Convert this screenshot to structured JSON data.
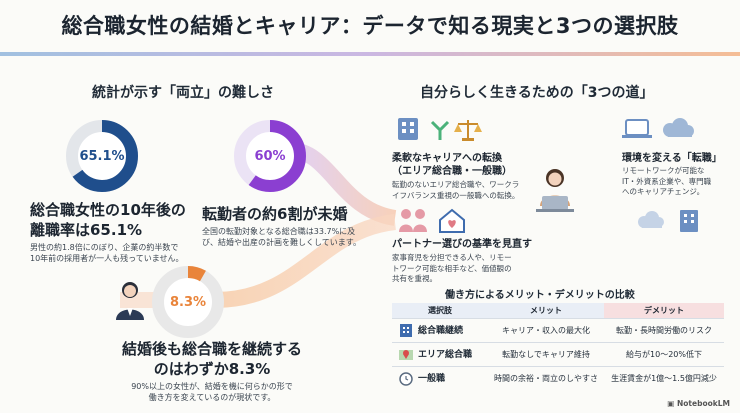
{
  "title": "総合職女性の結婚とキャリア：データで知る現実と3つの選択肢",
  "left": {
    "heading": "統計が示す「両立」の難しさ",
    "stat1": {
      "value": "65.1%",
      "fraction": 0.651,
      "color": "#1f4e8c",
      "title_l1": "総合職女性の10年後の",
      "title_l2": "離職率は65.1%",
      "desc_l1": "男性の約1.8倍にのぼり、企業の約半数で",
      "desc_l2": "10年前の採用者が一人も残っていません。"
    },
    "stat2": {
      "value": "60%",
      "fraction": 0.6,
      "color": "#8b3fd1",
      "title": "転勤者の約6割が未婚",
      "desc_l1": "全国の転勤対象となる総合職は33.7%に及",
      "desc_l2": "び、結婚や出産の計画を難しくしています。"
    },
    "stat3": {
      "value": "8.3%",
      "fraction": 0.083,
      "color": "#e9843a",
      "title_l1": "結婚後も総合職を継続する",
      "title_l2": "のはわずか8.3%",
      "desc_l1": "90%以上の女性が、結婚を機に何らかの形で",
      "desc_l2": "働き方を変えているのが現状です。"
    }
  },
  "right": {
    "heading": "自分らしく生きるための「3つの道」",
    "path1": {
      "title_l1": "柔軟なキャリアへの転換",
      "title_l2": "（エリア総合職・一般職）",
      "desc_l1": "転勤のないエリア総合職や、ワークラ",
      "desc_l2": "イフバランス重視の一般職への転換。"
    },
    "path2": {
      "title": "パートナー選びの基準を見直す",
      "desc_l1": "家事育児を分担できる人や、リモー",
      "desc_l2": "トワーク可能な相手など、価値観の",
      "desc_l3": "共有を重視。"
    },
    "path3": {
      "title": "環境を変える「転職」",
      "desc_l1": "リモートワークが可能な",
      "desc_l2": "IT・外資系企業や、専門職",
      "desc_l3": "へのキャリアチェンジ。"
    }
  },
  "compare": {
    "heading": "働き方によるメリット・デメリットの比較",
    "headers": [
      "選択肢",
      "メリット",
      "デメリット"
    ],
    "rows": [
      {
        "option": "総合職継続",
        "merit": "キャリア・収入の最大化",
        "demerit": "転勤・長時間労働のリスク"
      },
      {
        "option": "エリア総合職",
        "merit": "転勤なしでキャリア維持",
        "demerit": "給与が10〜20%低下"
      },
      {
        "option": "一般職",
        "merit": "時間の余裕・両立のしやすさ",
        "demerit": "生涯賃金が1億〜1.5億円減少"
      }
    ]
  },
  "brand": "NotebookLM",
  "colors": {
    "accent_blue": "#1f4e8c",
    "accent_purple": "#8b3fd1",
    "accent_orange": "#e9843a"
  }
}
